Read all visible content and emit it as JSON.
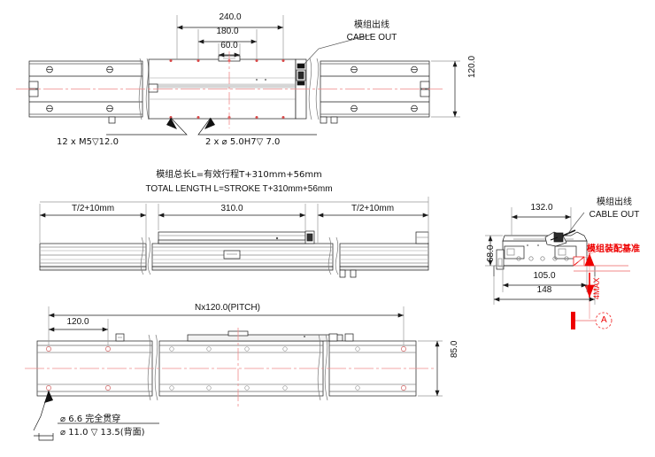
{
  "drawing": {
    "title": "linear-actuator-module-technical-drawing",
    "units": "mm",
    "background_color": "#ffffff",
    "line_color": "#1a1a1a",
    "centerline_color": "#f08a8a",
    "annotation_red": "#ee0000"
  },
  "top_view": {
    "name": "top-view",
    "dimensions": {
      "overall_span": "240.0",
      "middle_span": "180.0",
      "inner_span": "60.0",
      "width": "120.0"
    },
    "callouts": {
      "tapped_holes": "12 x M5▽12.0",
      "dowel_holes": "2 x ⌀ 5.0H7▽ 7.0"
    },
    "cable_label_cn": "模组出线",
    "cable_label_en": "CABLE OUT"
  },
  "front_view": {
    "name": "front-view",
    "note_cn": "模组总长L=有效行程T+310mm+56mm",
    "note_en": "TOTAL LENGTH L=STROKE T+310mm+56mm",
    "dimensions": {
      "left_segment": "T/2+10mm",
      "center_segment": "310.0",
      "right_segment": "T/2+10mm"
    }
  },
  "bottom_view": {
    "name": "bottom-view",
    "dimensions": {
      "pitch_total": "Nx120.0(PITCH)",
      "first_pitch": "120.0",
      "height": "85.0"
    },
    "callouts": {
      "through_hole": "⌀ 6.6 完全贯穿",
      "counterbore": "⌀ 11.0 ▽ 13.5(背面)"
    }
  },
  "side_view": {
    "name": "right-side-view",
    "dimensions": {
      "top_width": "132.0",
      "height": "68.0",
      "mid_width": "105.0",
      "base_width": "148",
      "clearance": "4MAX"
    },
    "cable_label_cn": "模组出线",
    "cable_label_en": "CABLE OUT",
    "datum_note_cn": "模组装配基准",
    "datum_symbol": "A"
  }
}
